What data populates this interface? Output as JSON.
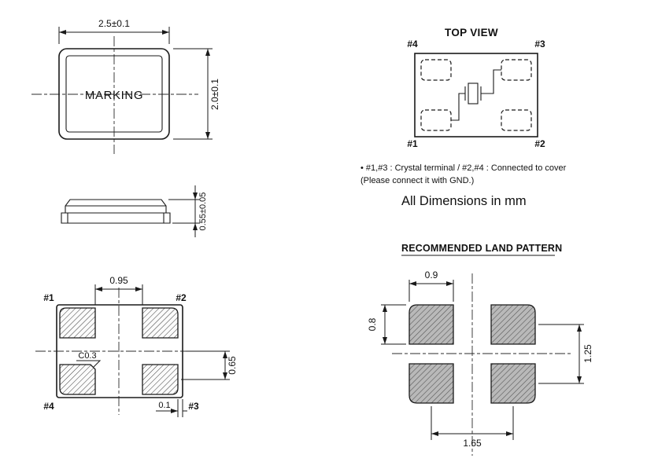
{
  "package_top_view": {
    "width_dim": "2.5±0.1",
    "height_dim": "2.0±0.1",
    "marking": "MARKING"
  },
  "side_view": {
    "height_dim": "0.55±0.05"
  },
  "bottom_view": {
    "pad_top_left": "#1",
    "pad_top_right": "#2",
    "pad_bottom_left": "#4",
    "pad_bottom_right": "#3",
    "dim_pad_gap": "0.95",
    "dim_center_to_pad": "0.65",
    "chamfer_callout": "C0.3",
    "dim_edge_gap": "0.1"
  },
  "schematic": {
    "title": "TOP VIEW",
    "pad_top_left": "#4",
    "pad_top_right": "#3",
    "pad_bottom_left": "#1",
    "pad_bottom_right": "#2",
    "note_line1": "• #1,#3 : Crystal terminal / #2,#4 : Connected to cover",
    "note_line2": "(Please connect it with GND.)"
  },
  "units_note": "All Dimensions in mm",
  "land_pattern": {
    "title": "RECOMMENDED LAND PATTERN",
    "dim_pad_width": "0.9",
    "dim_pad_height": "0.8",
    "dim_vertical_pitch": "1.25",
    "dim_horizontal_pitch": "1.65"
  }
}
